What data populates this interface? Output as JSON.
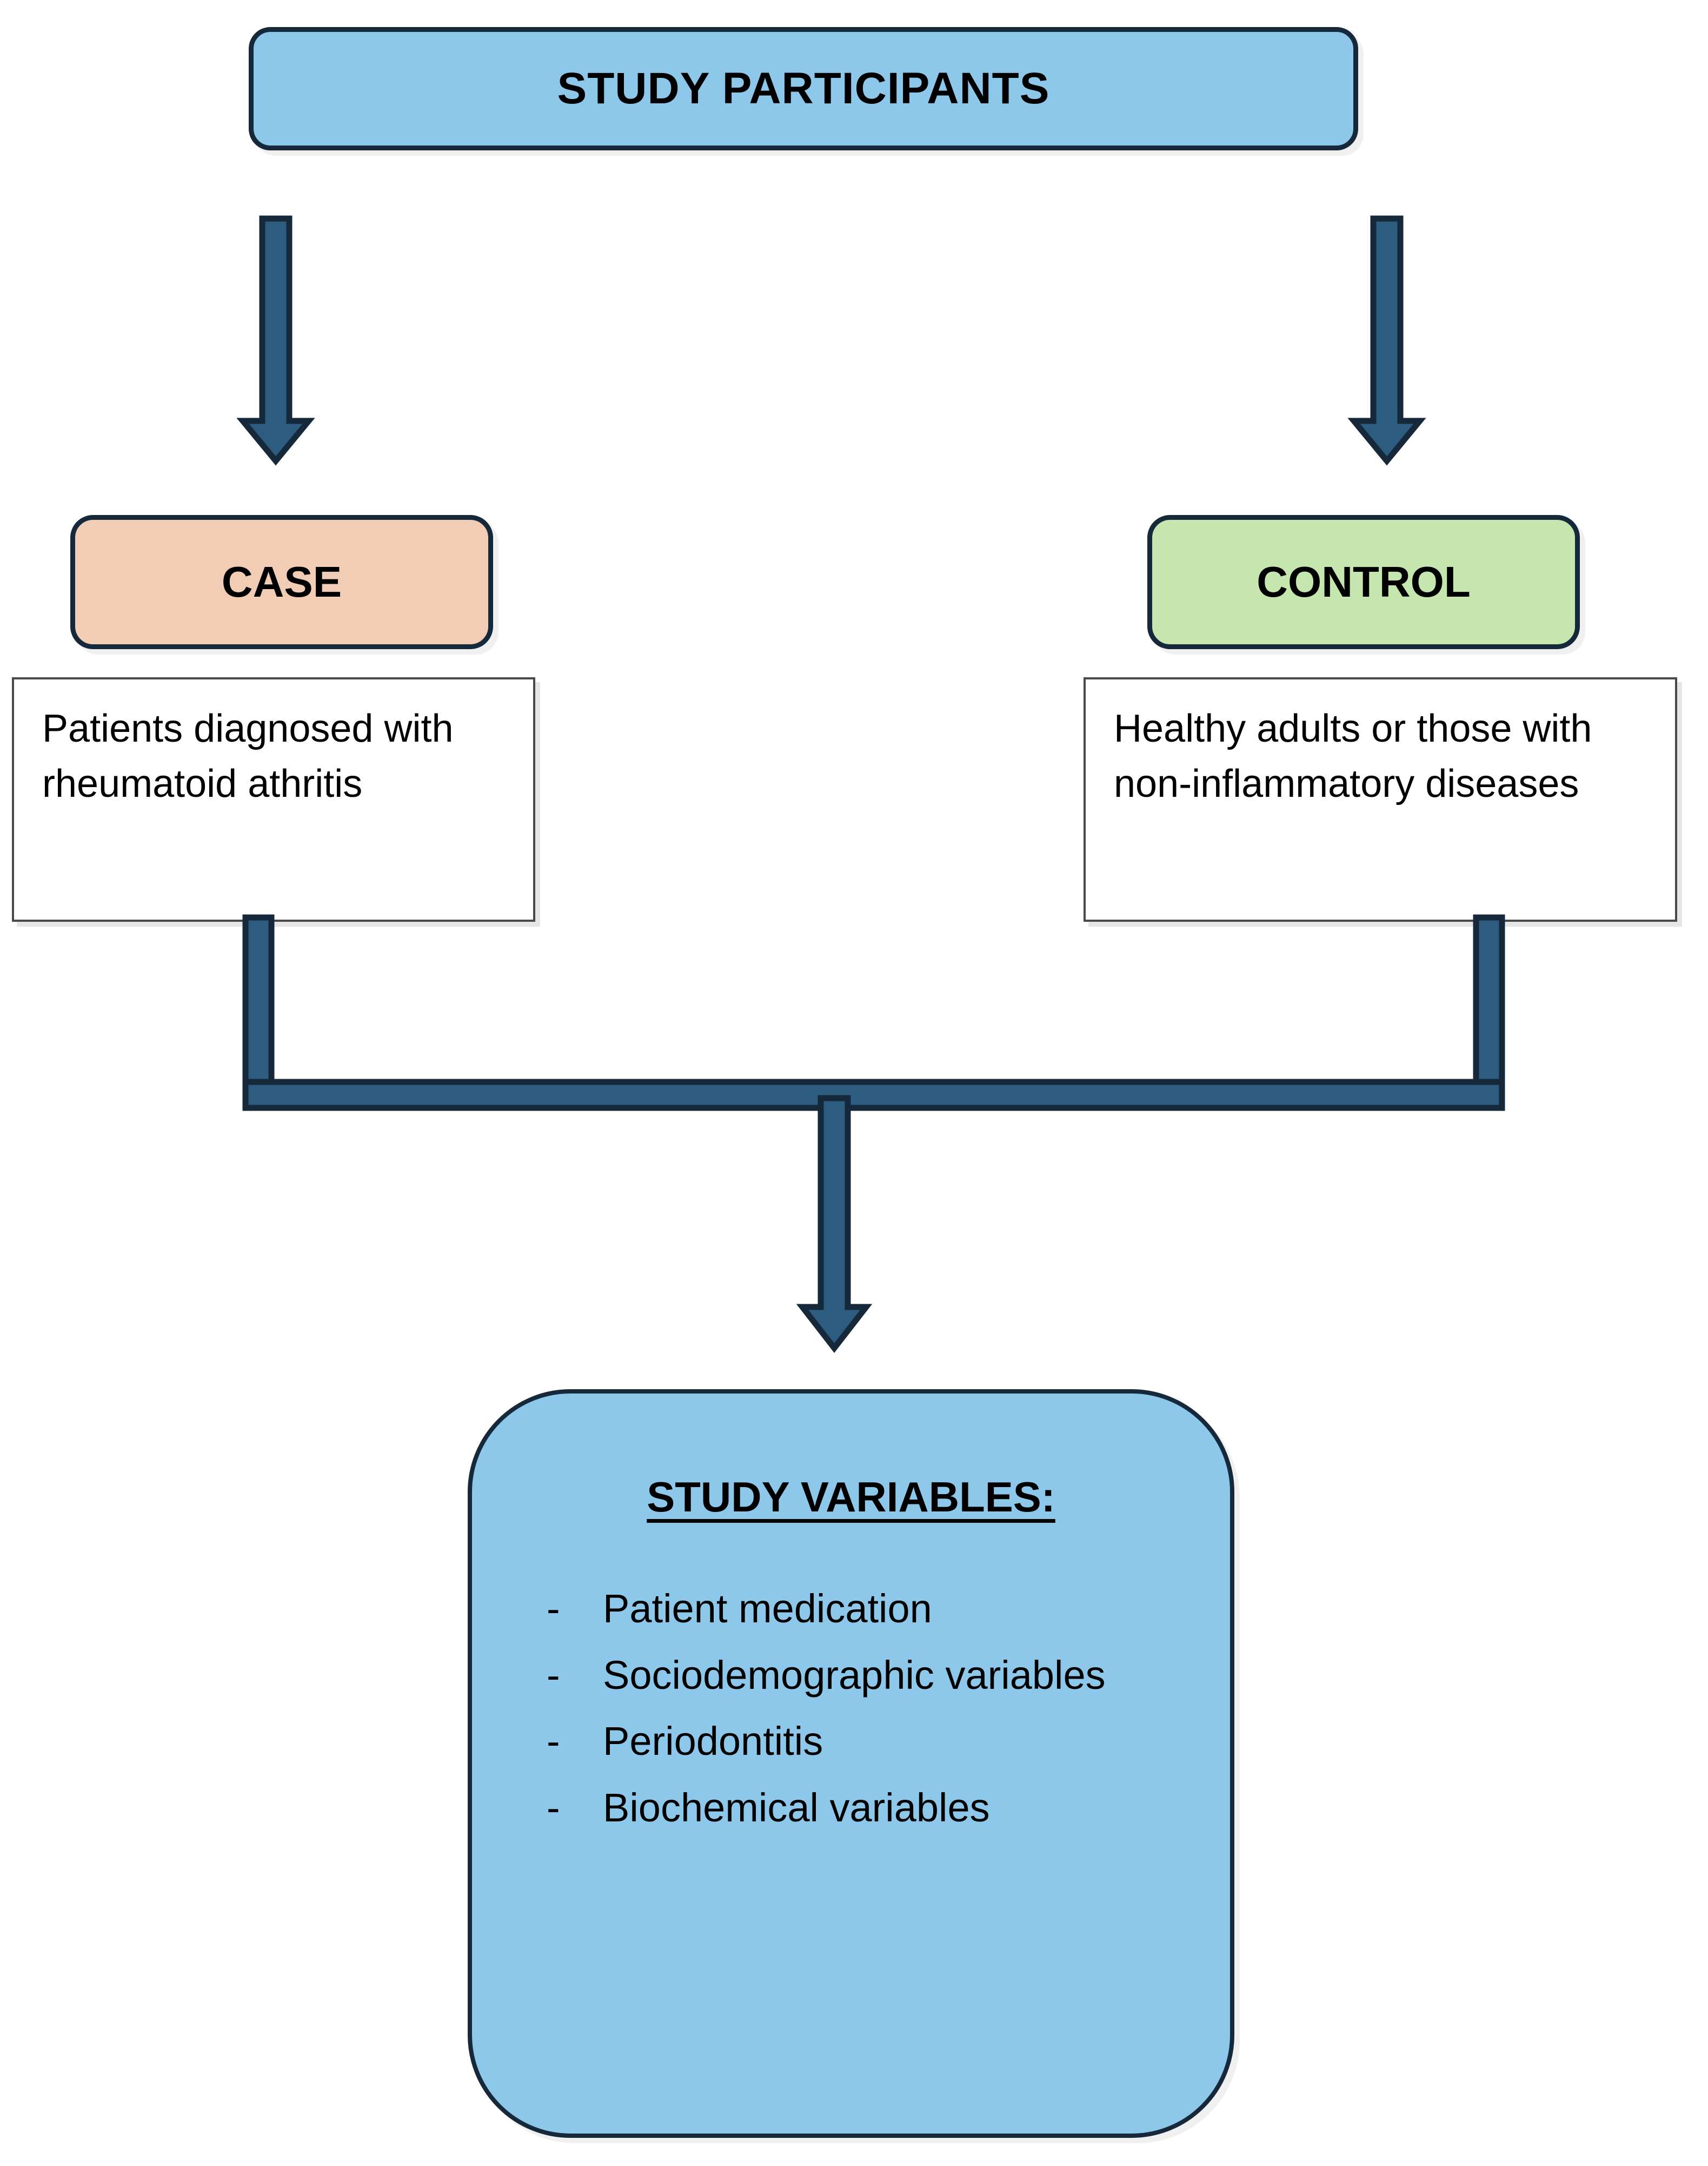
{
  "diagram": {
    "title_box": {
      "label": "STUDY PARTICIPANTS",
      "fill": "#8DC8EA",
      "stroke": "#15293A"
    },
    "groups": [
      {
        "name": "case",
        "heading": "CASE",
        "heading_fill": "#F2CDB5",
        "description": "Patients diagnosed with rheumatoid athritis"
      },
      {
        "name": "control",
        "heading": "CONTROL",
        "heading_fill": "#C5E6AE",
        "description": "Healthy adults or those with non-inflammatory diseases"
      }
    ],
    "outcome_box": {
      "title": "STUDY VARIABLES:",
      "fill": "#8DC8EA",
      "stroke": "#15293A",
      "bullet": "-",
      "items": [
        "Patient medication",
        "Sociodemographic variables",
        "Periodontitis",
        "Biochemical variables"
      ]
    },
    "connectors": {
      "fill": "#2C5C7F",
      "stroke": "#15293A",
      "arrow_to_case": "down-arrow-icon",
      "arrow_to_control": "down-arrow-icon",
      "merge_connector": "merge-bracket-icon",
      "arrow_to_variables": "down-arrow-icon"
    }
  }
}
